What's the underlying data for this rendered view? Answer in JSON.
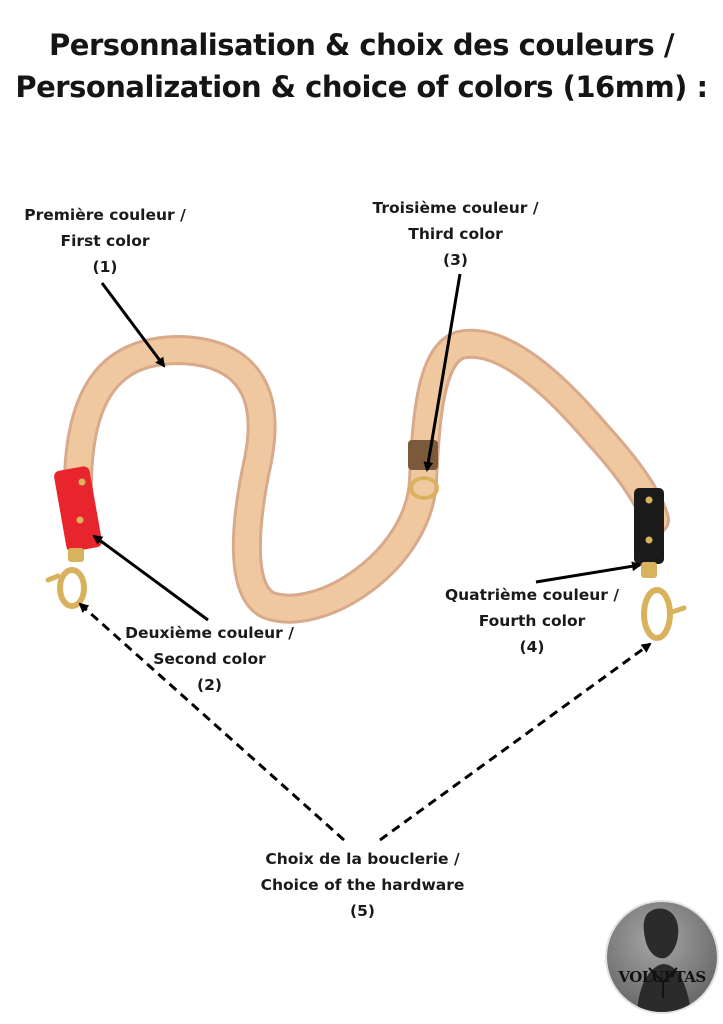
{
  "title": {
    "line1": "Personnalisation & choix des couleurs /",
    "line2": "Personalization & choice of colors (16mm) :"
  },
  "callouts": [
    {
      "fr": "Première couleur /",
      "en": "First color",
      "num": "(1)"
    },
    {
      "fr": "Deuxième couleur /",
      "en": "Second color",
      "num": "(2)"
    },
    {
      "fr": "Troisième couleur /",
      "en": "Third color",
      "num": "(3)"
    },
    {
      "fr": "Quatrième couleur /",
      "en": "Fourth color",
      "num": "(4)"
    },
    {
      "fr": "Choix de la bouclerie /",
      "en": "Choice of the hardware",
      "num": "(5)"
    }
  ],
  "logo": {
    "text": "VOLUPTAS"
  },
  "colors": {
    "strap": "#f0c8a0",
    "first_color": "#f0c8a0",
    "second_color": "#e8242c",
    "third_color": "#7a5a3a",
    "fourth_color": "#1a1a1a",
    "hardware": "#d9b25e"
  }
}
